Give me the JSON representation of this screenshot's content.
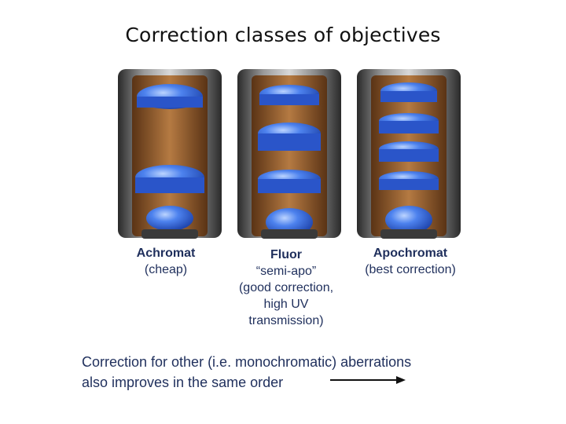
{
  "title": "Correction  classes of objectives",
  "objectives": [
    {
      "name": "Achromat",
      "lines": [
        "(cheap)"
      ]
    },
    {
      "name": "Fluor",
      "lines": [
        "“semi-apo”",
        "(good correction,",
        "high UV",
        "transmission)"
      ]
    },
    {
      "name": "Apochromat",
      "lines": [
        "(best correction)"
      ]
    }
  ],
  "footer": {
    "line1": "Correction for other (i.e. monochromatic) aberrations",
    "line2": "also improves in the same order"
  },
  "colors": {
    "lens": "#3b6fe0",
    "lens_highlight": "#9ec0ff",
    "barrel_inner": "#8a5a2e",
    "barrel_metal": "#6e6e6e",
    "text": "#1f2f5c"
  }
}
